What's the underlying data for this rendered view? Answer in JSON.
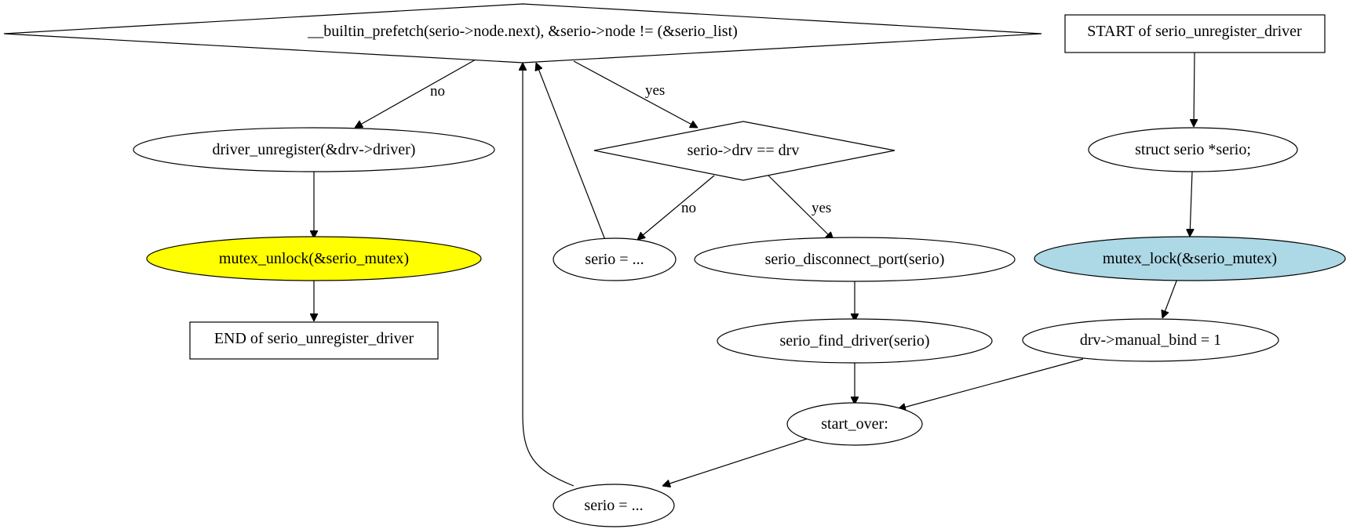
{
  "diagram": {
    "nodes": {
      "loop_cond": {
        "label": "__builtin_prefetch(serio->node.next), &serio->node != (&serio_list)",
        "shape": "diamond",
        "fill": "#ffffff"
      },
      "start": {
        "label": "START of serio_unregister_driver",
        "shape": "box",
        "fill": "#ffffff"
      },
      "driver_unregister": {
        "label": "driver_unregister(&drv->driver)",
        "shape": "ellipse",
        "fill": "#ffffff"
      },
      "drv_check": {
        "label": "serio->drv == drv",
        "shape": "diamond",
        "fill": "#ffffff"
      },
      "decl": {
        "label": "struct serio *serio;",
        "shape": "ellipse",
        "fill": "#ffffff"
      },
      "mutex_unlock": {
        "label": "mutex_unlock(&serio_mutex)",
        "shape": "ellipse",
        "fill": "#ffff00"
      },
      "serio_next": {
        "label": "serio = ...",
        "shape": "ellipse",
        "fill": "#ffffff"
      },
      "disconnect": {
        "label": "serio_disconnect_port(serio)",
        "shape": "ellipse",
        "fill": "#ffffff"
      },
      "mutex_lock": {
        "label": "mutex_lock(&serio_mutex)",
        "shape": "ellipse",
        "fill": "#add8e6"
      },
      "end": {
        "label": "END of serio_unregister_driver",
        "shape": "box",
        "fill": "#ffffff"
      },
      "find_driver": {
        "label": "serio_find_driver(serio)",
        "shape": "ellipse",
        "fill": "#ffffff"
      },
      "manual_bind": {
        "label": "drv->manual_bind = 1",
        "shape": "ellipse",
        "fill": "#ffffff"
      },
      "start_over": {
        "label": "start_over:",
        "shape": "ellipse",
        "fill": "#ffffff"
      },
      "serio_first": {
        "label": "serio = ...",
        "shape": "ellipse",
        "fill": "#ffffff"
      }
    },
    "edges": [
      {
        "from": "start",
        "to": "decl",
        "label": ""
      },
      {
        "from": "decl",
        "to": "mutex_lock",
        "label": ""
      },
      {
        "from": "mutex_lock",
        "to": "manual_bind",
        "label": ""
      },
      {
        "from": "manual_bind",
        "to": "start_over",
        "label": ""
      },
      {
        "from": "start_over",
        "to": "serio_first",
        "label": ""
      },
      {
        "from": "serio_first",
        "to": "loop_cond",
        "label": ""
      },
      {
        "from": "loop_cond",
        "to": "driver_unregister",
        "label": "no"
      },
      {
        "from": "loop_cond",
        "to": "drv_check",
        "label": "yes"
      },
      {
        "from": "drv_check",
        "to": "serio_next",
        "label": "no"
      },
      {
        "from": "drv_check",
        "to": "disconnect",
        "label": "yes"
      },
      {
        "from": "serio_next",
        "to": "loop_cond",
        "label": ""
      },
      {
        "from": "disconnect",
        "to": "find_driver",
        "label": ""
      },
      {
        "from": "find_driver",
        "to": "start_over",
        "label": ""
      },
      {
        "from": "driver_unregister",
        "to": "mutex_unlock",
        "label": ""
      },
      {
        "from": "mutex_unlock",
        "to": "end",
        "label": ""
      }
    ]
  }
}
